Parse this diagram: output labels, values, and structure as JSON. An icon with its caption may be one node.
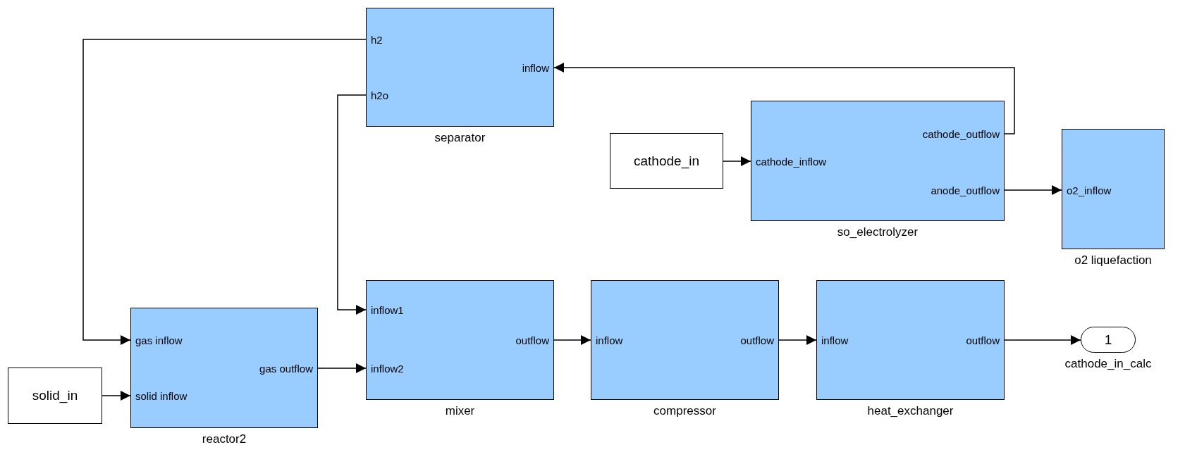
{
  "diagram": {
    "nodes": [
      {
        "text": [
          "h2",
          "inflow",
          "h2o"
        ],
        "beside": [
          "separator"
        ]
      },
      {
        "text": [
          "cathode_in"
        ]
      },
      {
        "text": [
          "cathode_outflow",
          "cathode_inflow",
          "anode_outflow"
        ],
        "beside": [
          "so_electrolyzer"
        ]
      },
      {
        "text": [
          "o2_inflow"
        ],
        "beside": [
          "o2 liquefaction"
        ]
      },
      {
        "text": [
          "inflow1",
          "outflow",
          "inflow2"
        ],
        "beside": [
          "mixer"
        ]
      },
      {
        "text": [
          "inflow",
          "outflow"
        ],
        "beside": [
          "compressor"
        ]
      },
      {
        "text": [
          "inflow",
          "outflow"
        ],
        "beside": [
          "heat_exchanger"
        ]
      },
      {
        "text": [
          "1"
        ],
        "beside": [
          "cathode_in_calc"
        ]
      },
      {
        "text": [
          "gas inflow",
          "gas outflow",
          "solid inflow"
        ],
        "beside": [
          "reactor2"
        ]
      },
      {
        "text": [
          "solid_in"
        ]
      }
    ],
    "edges": [
      {
        "from": 0,
        "to": 8,
        "arrow": "to"
      },
      {
        "from": 0,
        "to": 4,
        "arrow": "to"
      },
      {
        "from": 2,
        "to": 0,
        "arrow": "to"
      },
      {
        "from": 1,
        "to": 2,
        "arrow": "to"
      },
      {
        "from": 2,
        "to": 3,
        "arrow": "to"
      },
      {
        "from": 9,
        "to": 8,
        "arrow": "to"
      },
      {
        "from": 8,
        "to": 4,
        "arrow": "to"
      },
      {
        "from": 4,
        "to": 5,
        "arrow": "to"
      },
      {
        "from": 5,
        "to": 6,
        "arrow": "to"
      },
      {
        "from": 6,
        "to": 7,
        "arrow": "to"
      }
    ]
  }
}
